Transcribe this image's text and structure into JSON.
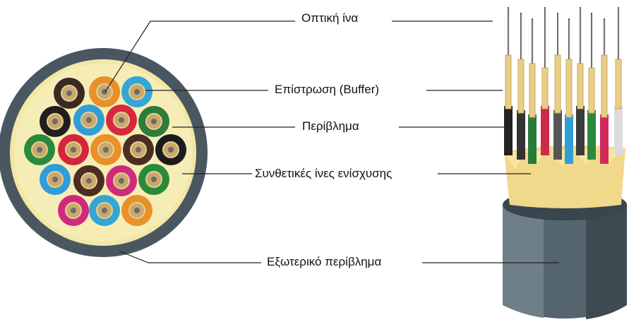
{
  "labels": {
    "fiber": "Οπτική ίνα",
    "buffer": "Επίστρωση (Buffer)",
    "jacket": "Περίβλημα",
    "strength": "Συνθετικές ίνες ενίσχυσης",
    "outer": "Εξωτερικό περίβλημα"
  },
  "colors": {
    "outer_jacket": "#4a5760",
    "aramid": "#f2e7a6",
    "buffer_core": "#c9a86b",
    "leader_line": "#222222"
  },
  "cross_section": {
    "units": [
      {
        "name": "black-brown",
        "color": "#3a2a22"
      },
      {
        "name": "orange",
        "color": "#e8902a"
      },
      {
        "name": "blue",
        "color": "#33a6d8"
      },
      {
        "name": "black",
        "color": "#1f1f1f"
      },
      {
        "name": "blue",
        "color": "#2f9ed8"
      },
      {
        "name": "red",
        "color": "#d8283c"
      },
      {
        "name": "green",
        "color": "#2e7c3a"
      },
      {
        "name": "green",
        "color": "#2a8a3c"
      },
      {
        "name": "red",
        "color": "#d5253a"
      },
      {
        "name": "orange",
        "color": "#e8902a"
      },
      {
        "name": "brown",
        "color": "#4a2e22"
      },
      {
        "name": "black",
        "color": "#1c1c1c"
      },
      {
        "name": "blue",
        "color": "#2f9ed8"
      },
      {
        "name": "brown",
        "color": "#4a2e22"
      },
      {
        "name": "magenta",
        "color": "#d02a7c"
      },
      {
        "name": "green",
        "color": "#2a8a3c"
      },
      {
        "name": "magenta",
        "color": "#d02a7c"
      },
      {
        "name": "blue",
        "color": "#33a6d8"
      },
      {
        "name": "orange",
        "color": "#e8902a"
      }
    ]
  },
  "cable_side": {
    "jacket_colors": [
      "#222",
      "#333",
      "#2a7a3c",
      "#cc2a4a",
      "#555",
      "#2f9ed8",
      "#3a3a3a",
      "#2a8a3c",
      "#d02a5a",
      "#dcdcdc"
    ]
  }
}
